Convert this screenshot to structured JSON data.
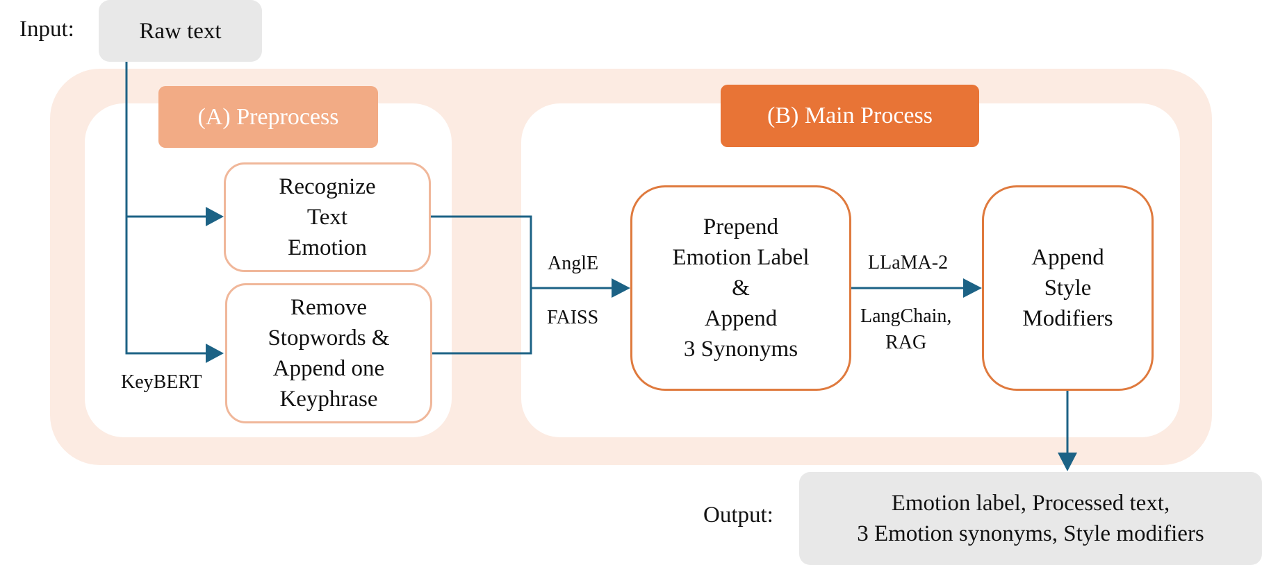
{
  "colors": {
    "band": "#fcebe2",
    "preprocess_header": "#f2ab85",
    "main_header": "#e87436",
    "node_border_light": "#f0b79a",
    "node_border_strong": "#df7a3e",
    "arrow": "#1c6285",
    "pill_gray": "#e8e8e8"
  },
  "input": {
    "label": "Input:",
    "text": "Raw text"
  },
  "output": {
    "label": "Output:",
    "text": "Emotion label, Processed text,\n3 Emotion synonyms, Style modifiers"
  },
  "preprocess": {
    "header": "(A) Preprocess",
    "recognize": "Recognize\nText\nEmotion",
    "stopwords": "Remove\nStopwords &\nAppend one\nKeyphrase",
    "keybert": "KeyBERT"
  },
  "main_process": {
    "header": "(B) Main Process",
    "prepend": "Prepend\nEmotion Label\n&\nAppend\n3 Synonyms",
    "style": "Append\nStyle\nModifiers",
    "angle": "AnglE",
    "faiss": "FAISS",
    "llama": "LLaMA-2",
    "langchain": "LangChain,\nRAG"
  }
}
